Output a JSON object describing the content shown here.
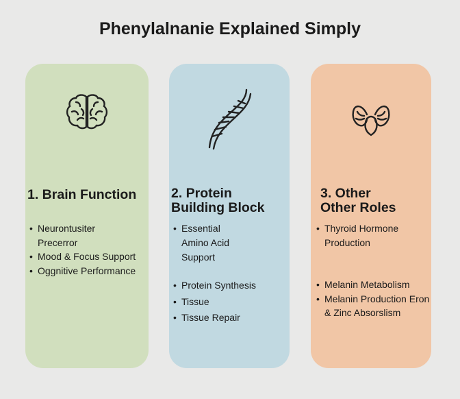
{
  "title": "Phenylalnanie Explained Simply",
  "colors": {
    "card1": "#d1dfbe",
    "card2": "#c1d9e1",
    "card3": "#f1c6a6",
    "background": "#e9e9e8"
  },
  "cards": [
    {
      "icon": "brain-icon",
      "heading_line1": "1. Brain Function",
      "items": [
        "Neurontusiter Precerror",
        "Mood & Focus Support",
        "Oggnitive Performance"
      ]
    },
    {
      "icon": "dna-icon",
      "heading_line1": "2. Protein",
      "heading_line2": "Building Block",
      "items": [
        "Essential Amino Acid Support",
        "Protein Synthesis",
        "Tissue",
        "Tissue Repair"
      ]
    },
    {
      "icon": "thyroid-icon",
      "heading_line1": "3. Other",
      "heading_line2": "Other Roles",
      "items": [
        "Thyroid Hormone Production",
        "Melanin Metabolism",
        "Melanin Production Eron & Zinc Absorslism"
      ]
    }
  ]
}
